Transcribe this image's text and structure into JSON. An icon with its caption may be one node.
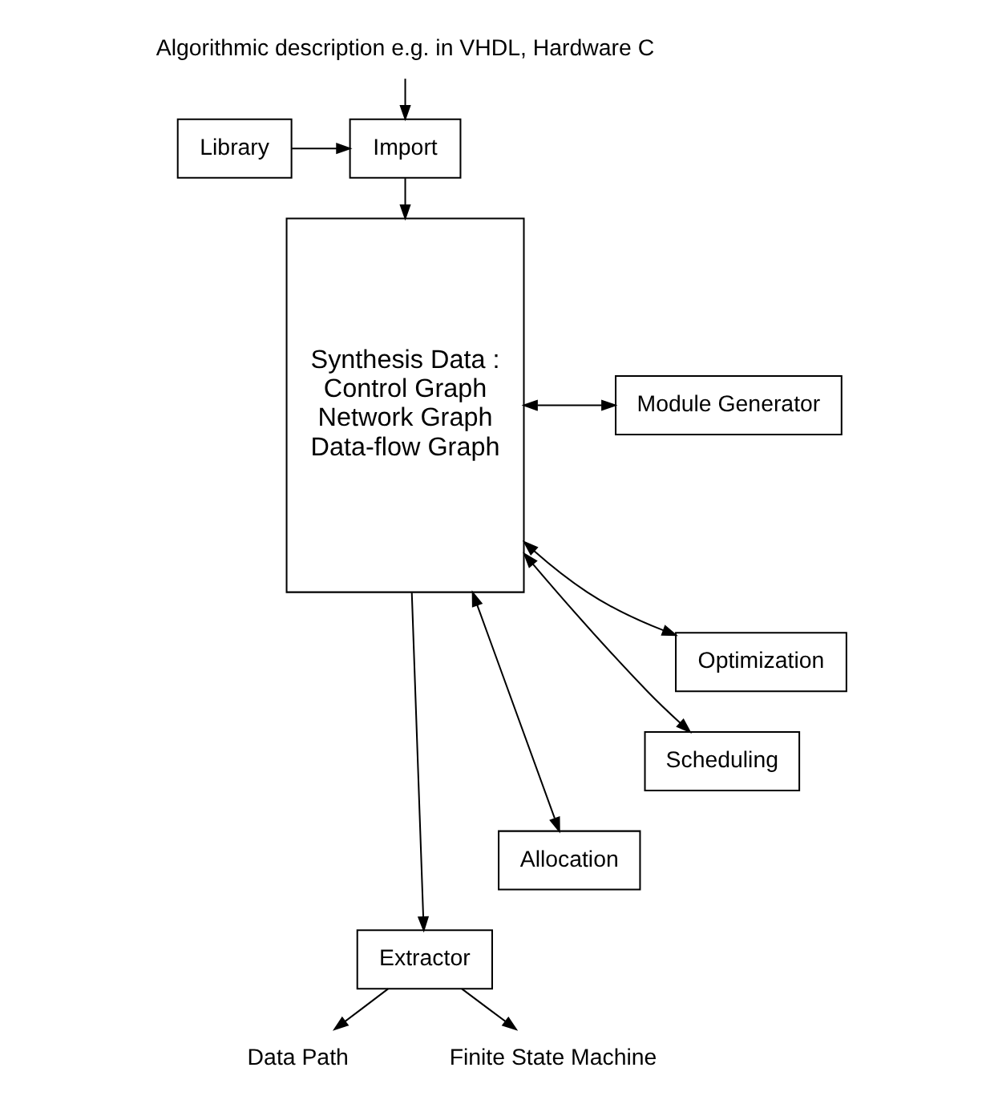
{
  "diagram": {
    "nodes": [
      {
        "text": [
          "Algorithmic description e.g. in VHDL, Hardware C"
        ]
      },
      {
        "text": [
          "Import"
        ]
      },
      {
        "text": [
          "Library"
        ]
      },
      {
        "text": [
          "Synthesis Data :",
          "Control Graph",
          "Network Graph",
          "Data-flow Graph"
        ]
      },
      {
        "text": [
          "Module Generator"
        ]
      },
      {
        "text": [
          "Optimization"
        ]
      },
      {
        "text": [
          "Scheduling"
        ]
      },
      {
        "text": [
          "Allocation"
        ]
      },
      {
        "text": [
          "Extractor"
        ]
      },
      {
        "text": [
          "Data Path"
        ]
      },
      {
        "text": [
          "Finite State Machine"
        ]
      }
    ],
    "edges": [
      {
        "from": 0,
        "to": 1,
        "arrow": "to"
      },
      {
        "from": 2,
        "to": 1,
        "arrow": "to"
      },
      {
        "from": 1,
        "to": 3,
        "arrow": "to"
      },
      {
        "from": 3,
        "to": 4,
        "arrow": "both"
      },
      {
        "from": 3,
        "to": 5,
        "arrow": "both"
      },
      {
        "from": 3,
        "to": 6,
        "arrow": "both"
      },
      {
        "from": 3,
        "to": 7,
        "arrow": "both"
      },
      {
        "from": 3,
        "to": 8,
        "arrow": "to"
      },
      {
        "from": 8,
        "to": 9,
        "arrow": "to"
      },
      {
        "from": 8,
        "to": 10,
        "arrow": "to"
      }
    ]
  }
}
